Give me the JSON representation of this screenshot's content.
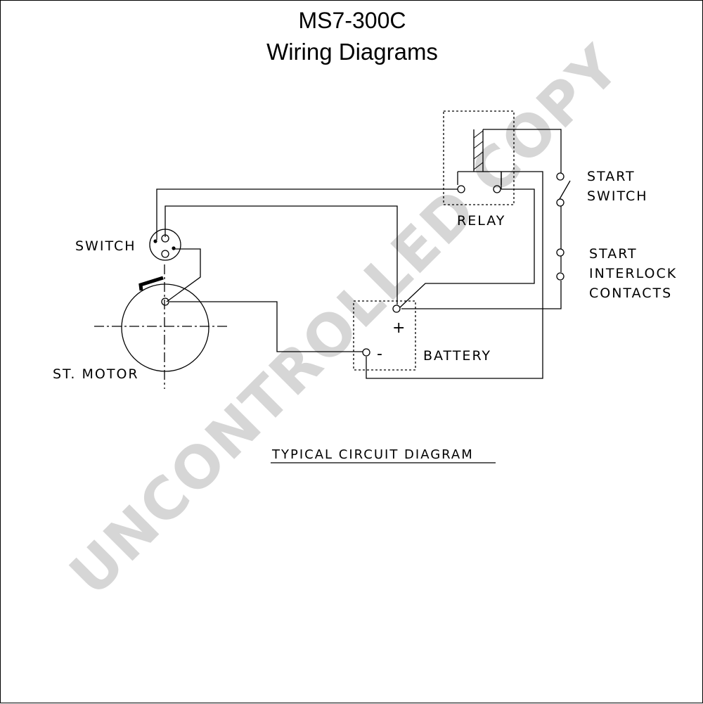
{
  "header": {
    "model": "MS7-300C",
    "subtitle": "Wiring Diagrams"
  },
  "labels": {
    "switch": "SWITCH",
    "st_motor": "ST. MOTOR",
    "relay": "RELAY",
    "start_switch_line1": "START",
    "start_switch_line2": "SWITCH",
    "interlock_line1": "START",
    "interlock_line2": "INTERLOCK",
    "interlock_line3": "CONTACTS",
    "battery": "BATTERY",
    "battery_plus": "+",
    "battery_minus": "-"
  },
  "caption": "TYPICAL CIRCUIT DIAGRAM",
  "watermark": "UNCONTROLLED COPY"
}
